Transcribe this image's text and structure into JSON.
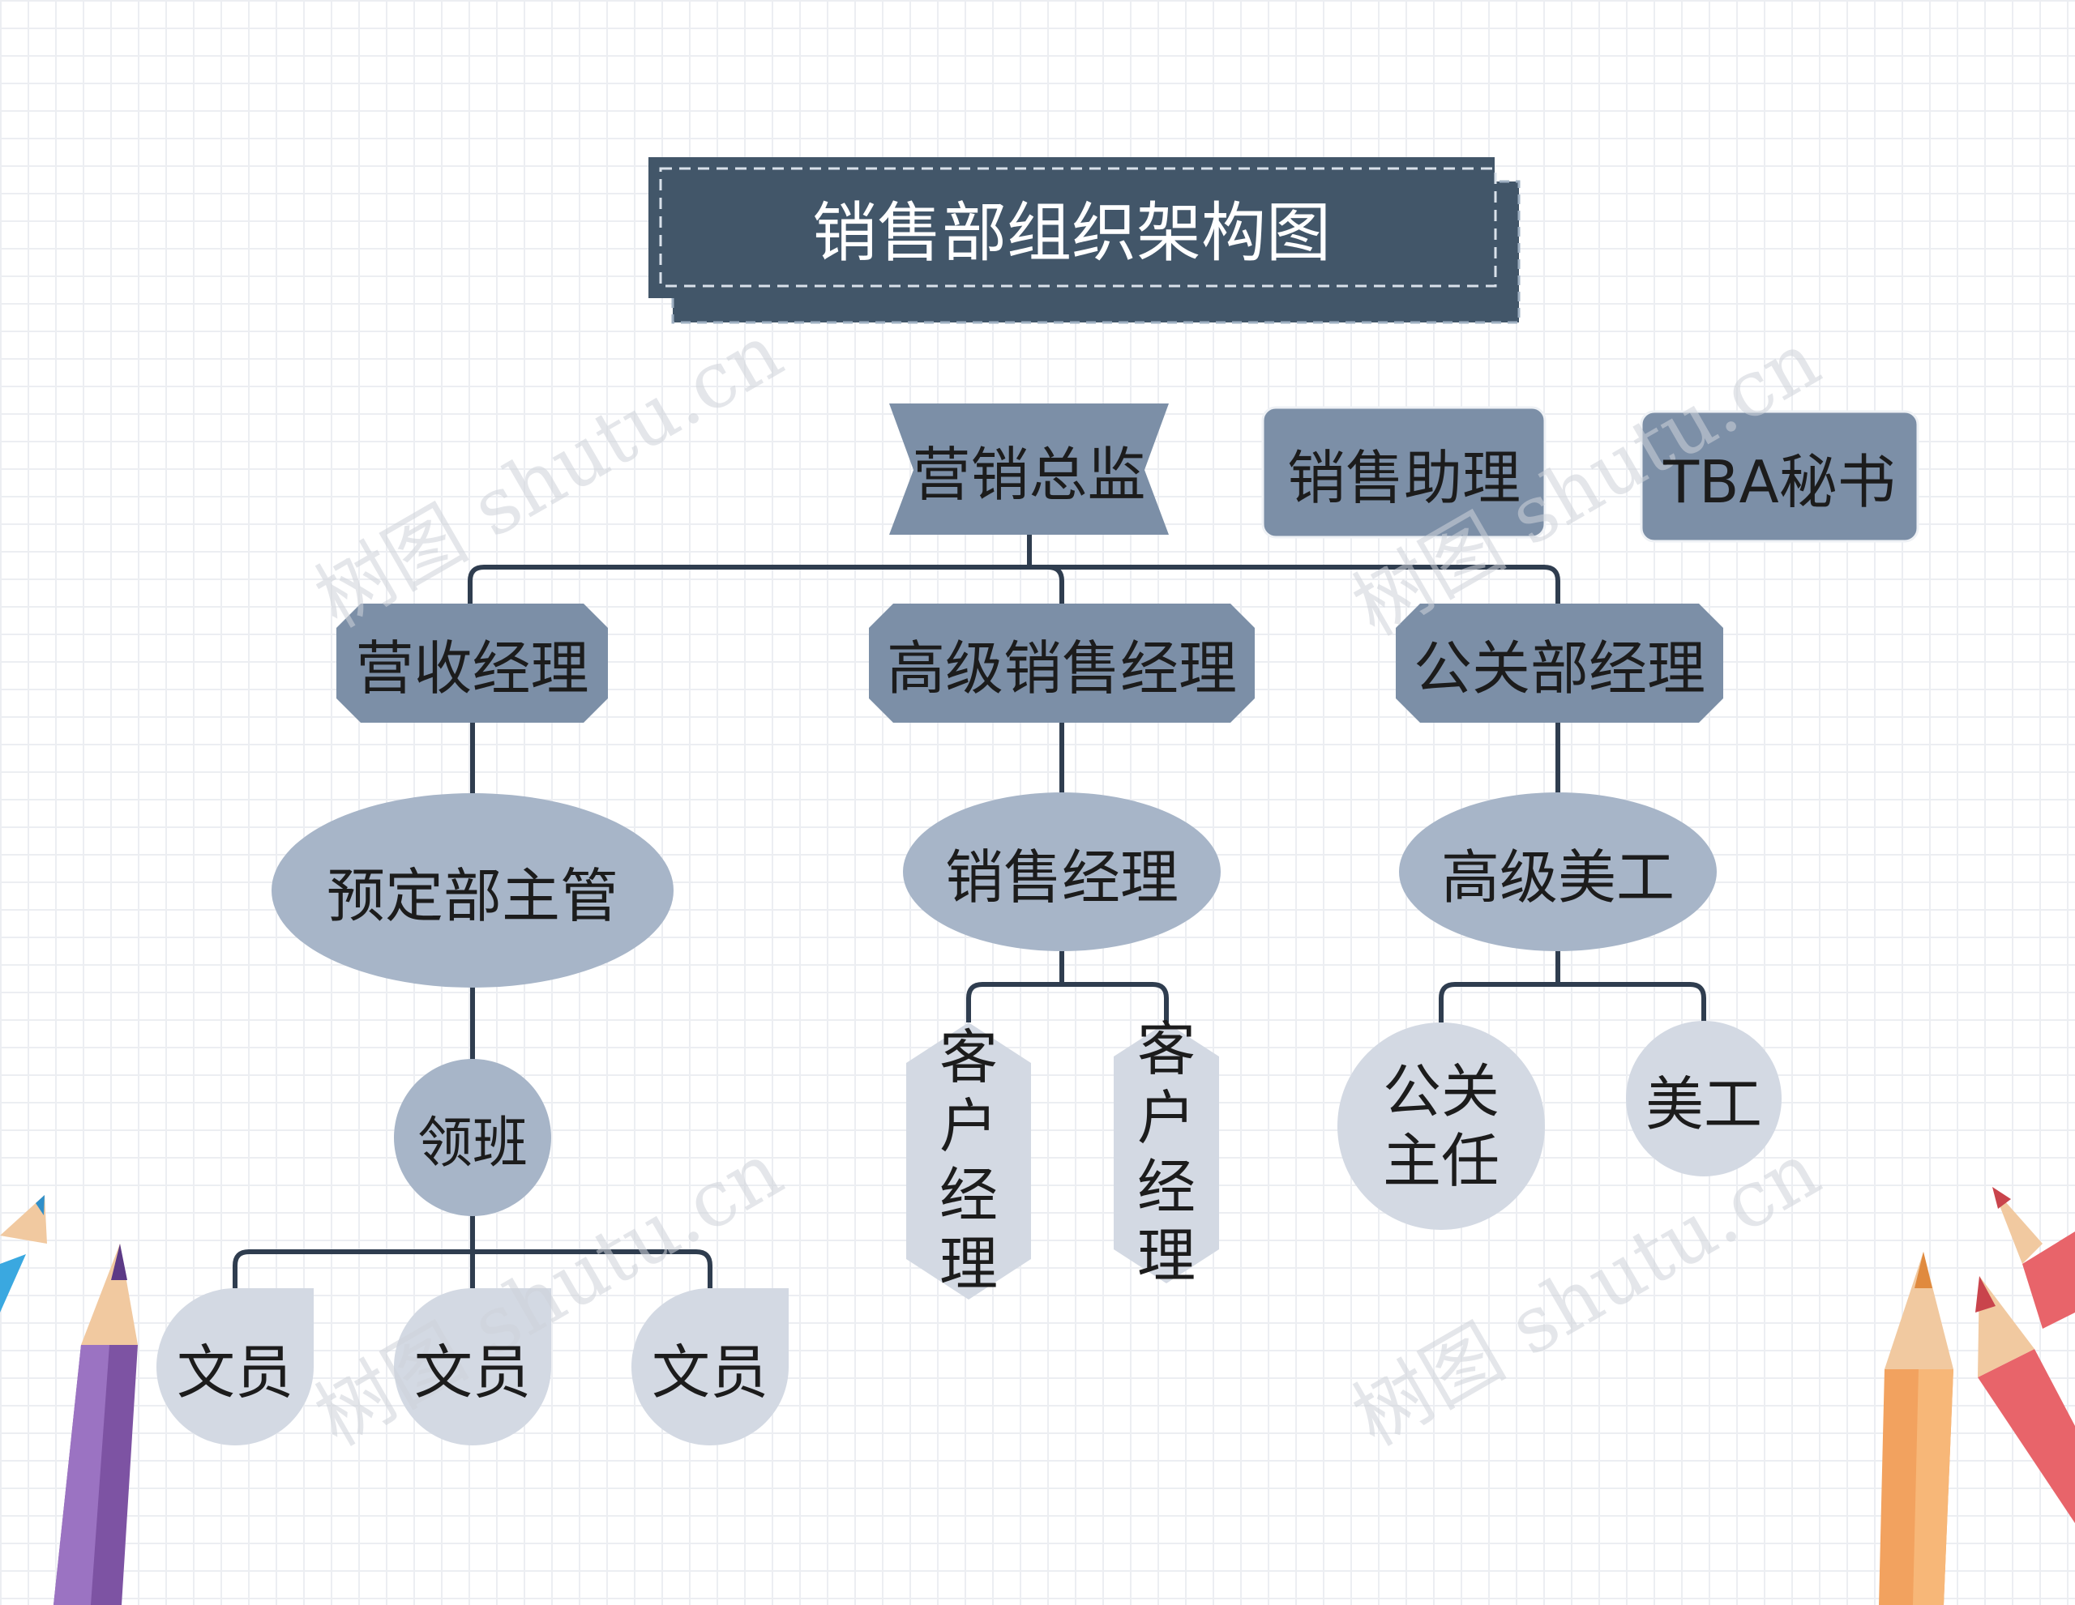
{
  "title": "销售部组织架构图",
  "colors": {
    "title_bg": "#425669",
    "dark_node": "#7c8fa7",
    "mid_node": "#a7b5c8",
    "light_node": "#d3d9e3",
    "connector": "#2f3d4f"
  },
  "nodes": {
    "director": "营销总监",
    "assistant": "销售助理",
    "secretary": "TBA秘书",
    "revenue_manager": "营收经理",
    "senior_sales_manager": "高级销售经理",
    "pr_manager": "公关部经理",
    "booking_supervisor": "预定部主管",
    "sales_manager": "销售经理",
    "senior_artist": "高级美工",
    "team_lead": "领班",
    "client_manager_1": "客户经理",
    "client_manager_2": "客户经理",
    "pr_director": "公关主任",
    "artist": "美工",
    "clerk_1": "文员",
    "clerk_2": "文员",
    "clerk_3": "文员"
  },
  "watermark": "树图 shutu.cn"
}
